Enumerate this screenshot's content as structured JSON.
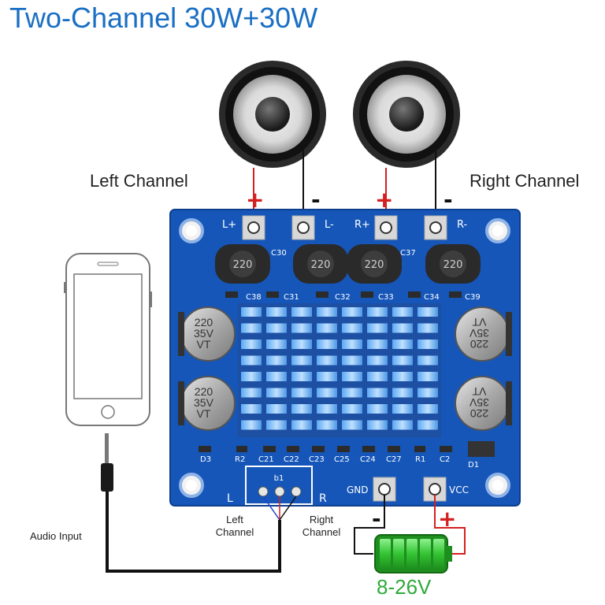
{
  "title": "Two-Channel 30W+30W",
  "labels": {
    "left_channel": "Left Channel",
    "right_channel": "Right Channel",
    "audio_input": "Audio Input",
    "in_left": "Left\nChannel",
    "in_right": "Right\nChannel",
    "voltage": "8-26V"
  },
  "board": {
    "pins_top": [
      "L+",
      "L-",
      "R+",
      "R-"
    ],
    "power": [
      "GND",
      "VCC"
    ],
    "connector": "b1",
    "lr": [
      "L",
      "R"
    ],
    "caps_big": [
      "220\n35V\nVT",
      "220\n35V\nVT",
      "220\n35V\nVT",
      "220\n35V\nVT"
    ],
    "inductor": "220",
    "silk_top": [
      "C30",
      "C37",
      "C38",
      "C31",
      "C32",
      "C33",
      "C34",
      "C39"
    ],
    "silk_bottom": [
      "D3",
      "R2",
      "C21",
      "C22",
      "C23",
      "C25",
      "C24",
      "C27",
      "R1",
      "C2",
      "D1"
    ]
  },
  "signs": {
    "plus": "+",
    "minus": "-"
  },
  "colors": {
    "title": "#1a6fc4",
    "board": "#1556b8",
    "positive_wire": "#d42020",
    "negative_wire": "#111111",
    "battery": "#3cc63c",
    "voltage_text": "#2faa3a"
  }
}
